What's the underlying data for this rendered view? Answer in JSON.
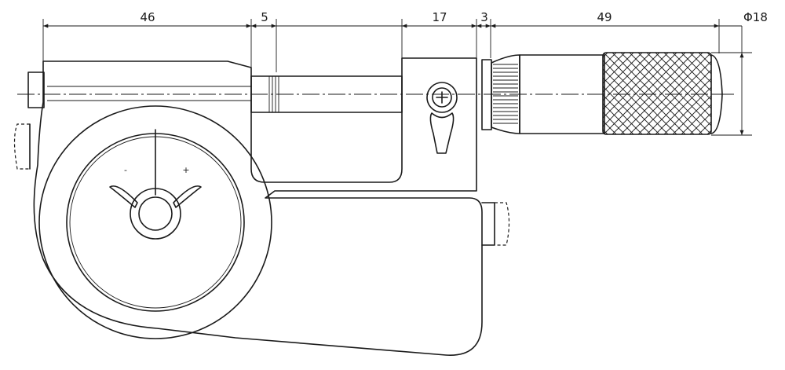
{
  "dimensions": {
    "d1": "46",
    "d2": "5",
    "d3": "17",
    "d4": "3",
    "d5": "49",
    "diameter": "Φ18"
  },
  "dial": {
    "minus": "-",
    "plus": "+"
  }
}
